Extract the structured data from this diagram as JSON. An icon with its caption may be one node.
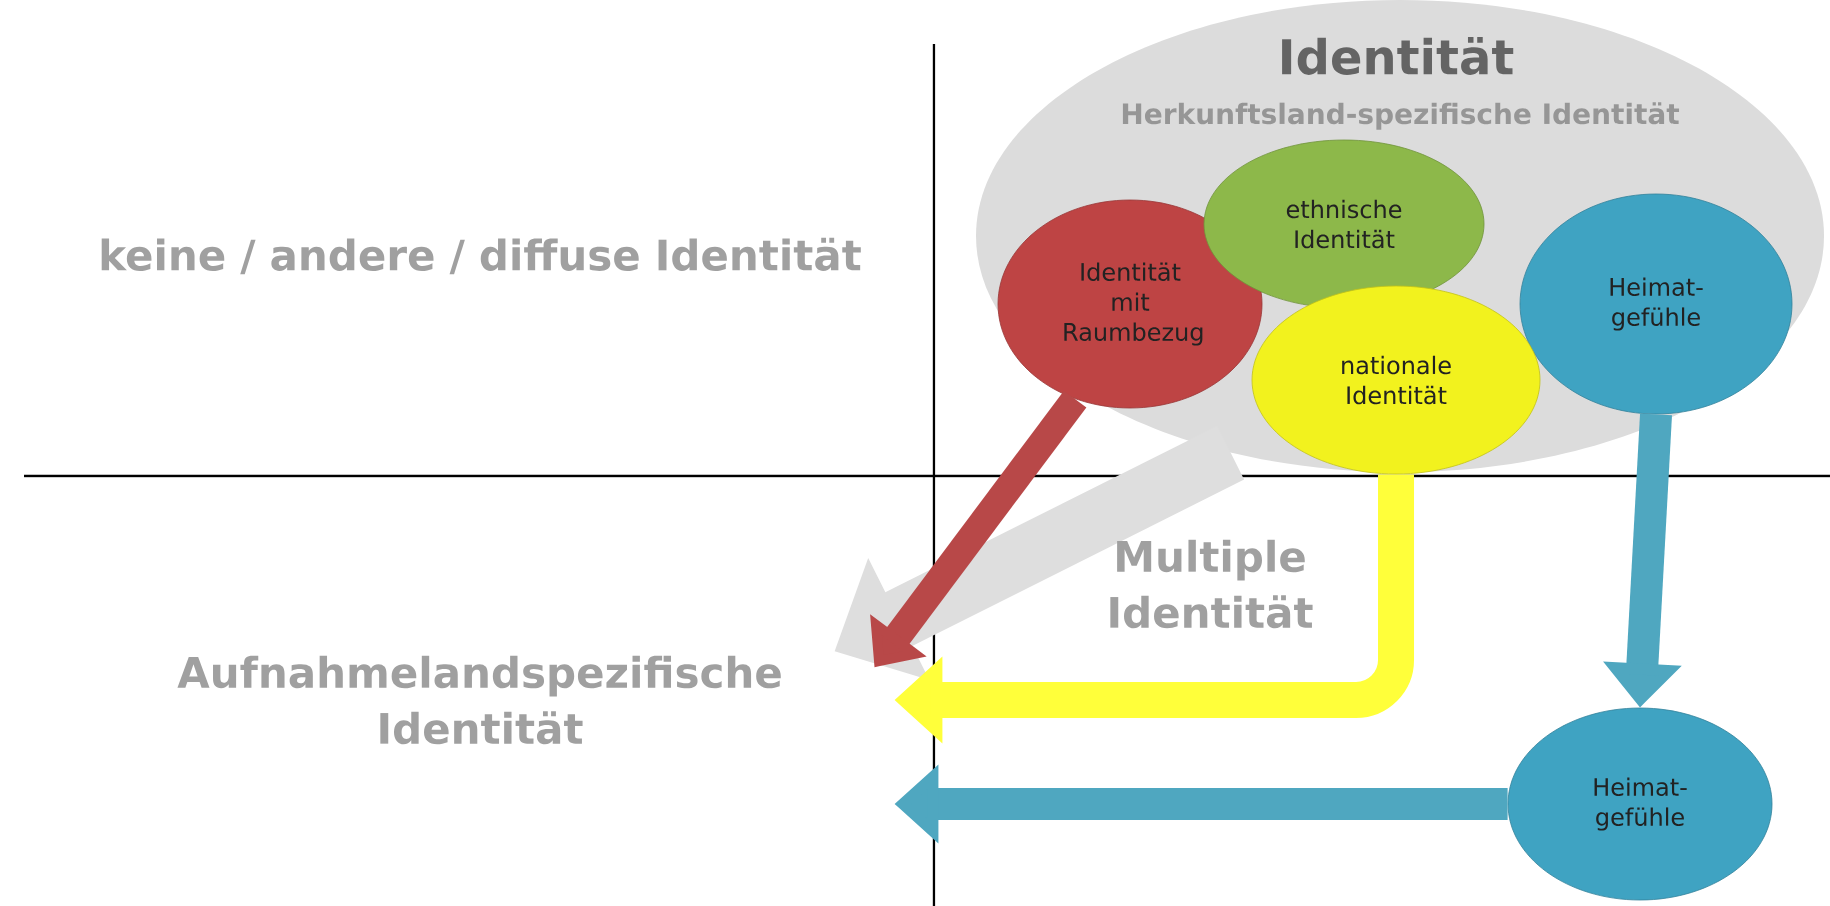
{
  "diagram": {
    "nodes": [
      {
        "text": [
          "Identität",
          "Herkunftsland-spezifische Identität"
        ]
      },
      {
        "text": [
          "Identität mit Raumbezug"
        ],
        "in": 0
      },
      {
        "text": [
          "ethnische Identität"
        ],
        "in": 0
      },
      {
        "text": [
          "nationale Identität"
        ],
        "in": 0
      },
      {
        "text": [
          "Heimat-gefühle"
        ],
        "in": 0
      },
      {
        "text": [
          "Aufnahmelandspezifische Identität"
        ]
      },
      {
        "text": [
          "Heimat-gefühle"
        ]
      }
    ],
    "edges": [
      {
        "from": 0,
        "to": 5,
        "arrow": "to",
        "style": "thick",
        "color": "#dedede"
      },
      {
        "from": 1,
        "to": 5,
        "arrow": "to",
        "color": "#b84848"
      },
      {
        "from": 3,
        "to": 5,
        "arrow": "to",
        "color": "#ffff3a"
      },
      {
        "from": 4,
        "to": 6,
        "arrow": "to",
        "color": "#4fa7c0"
      },
      {
        "from": 6,
        "to": 5,
        "arrow": "to",
        "color": "#4fa7c0"
      }
    ],
    "labels": [
      "keine / andere / diffuse Identität",
      "Multiple Identität"
    ]
  }
}
